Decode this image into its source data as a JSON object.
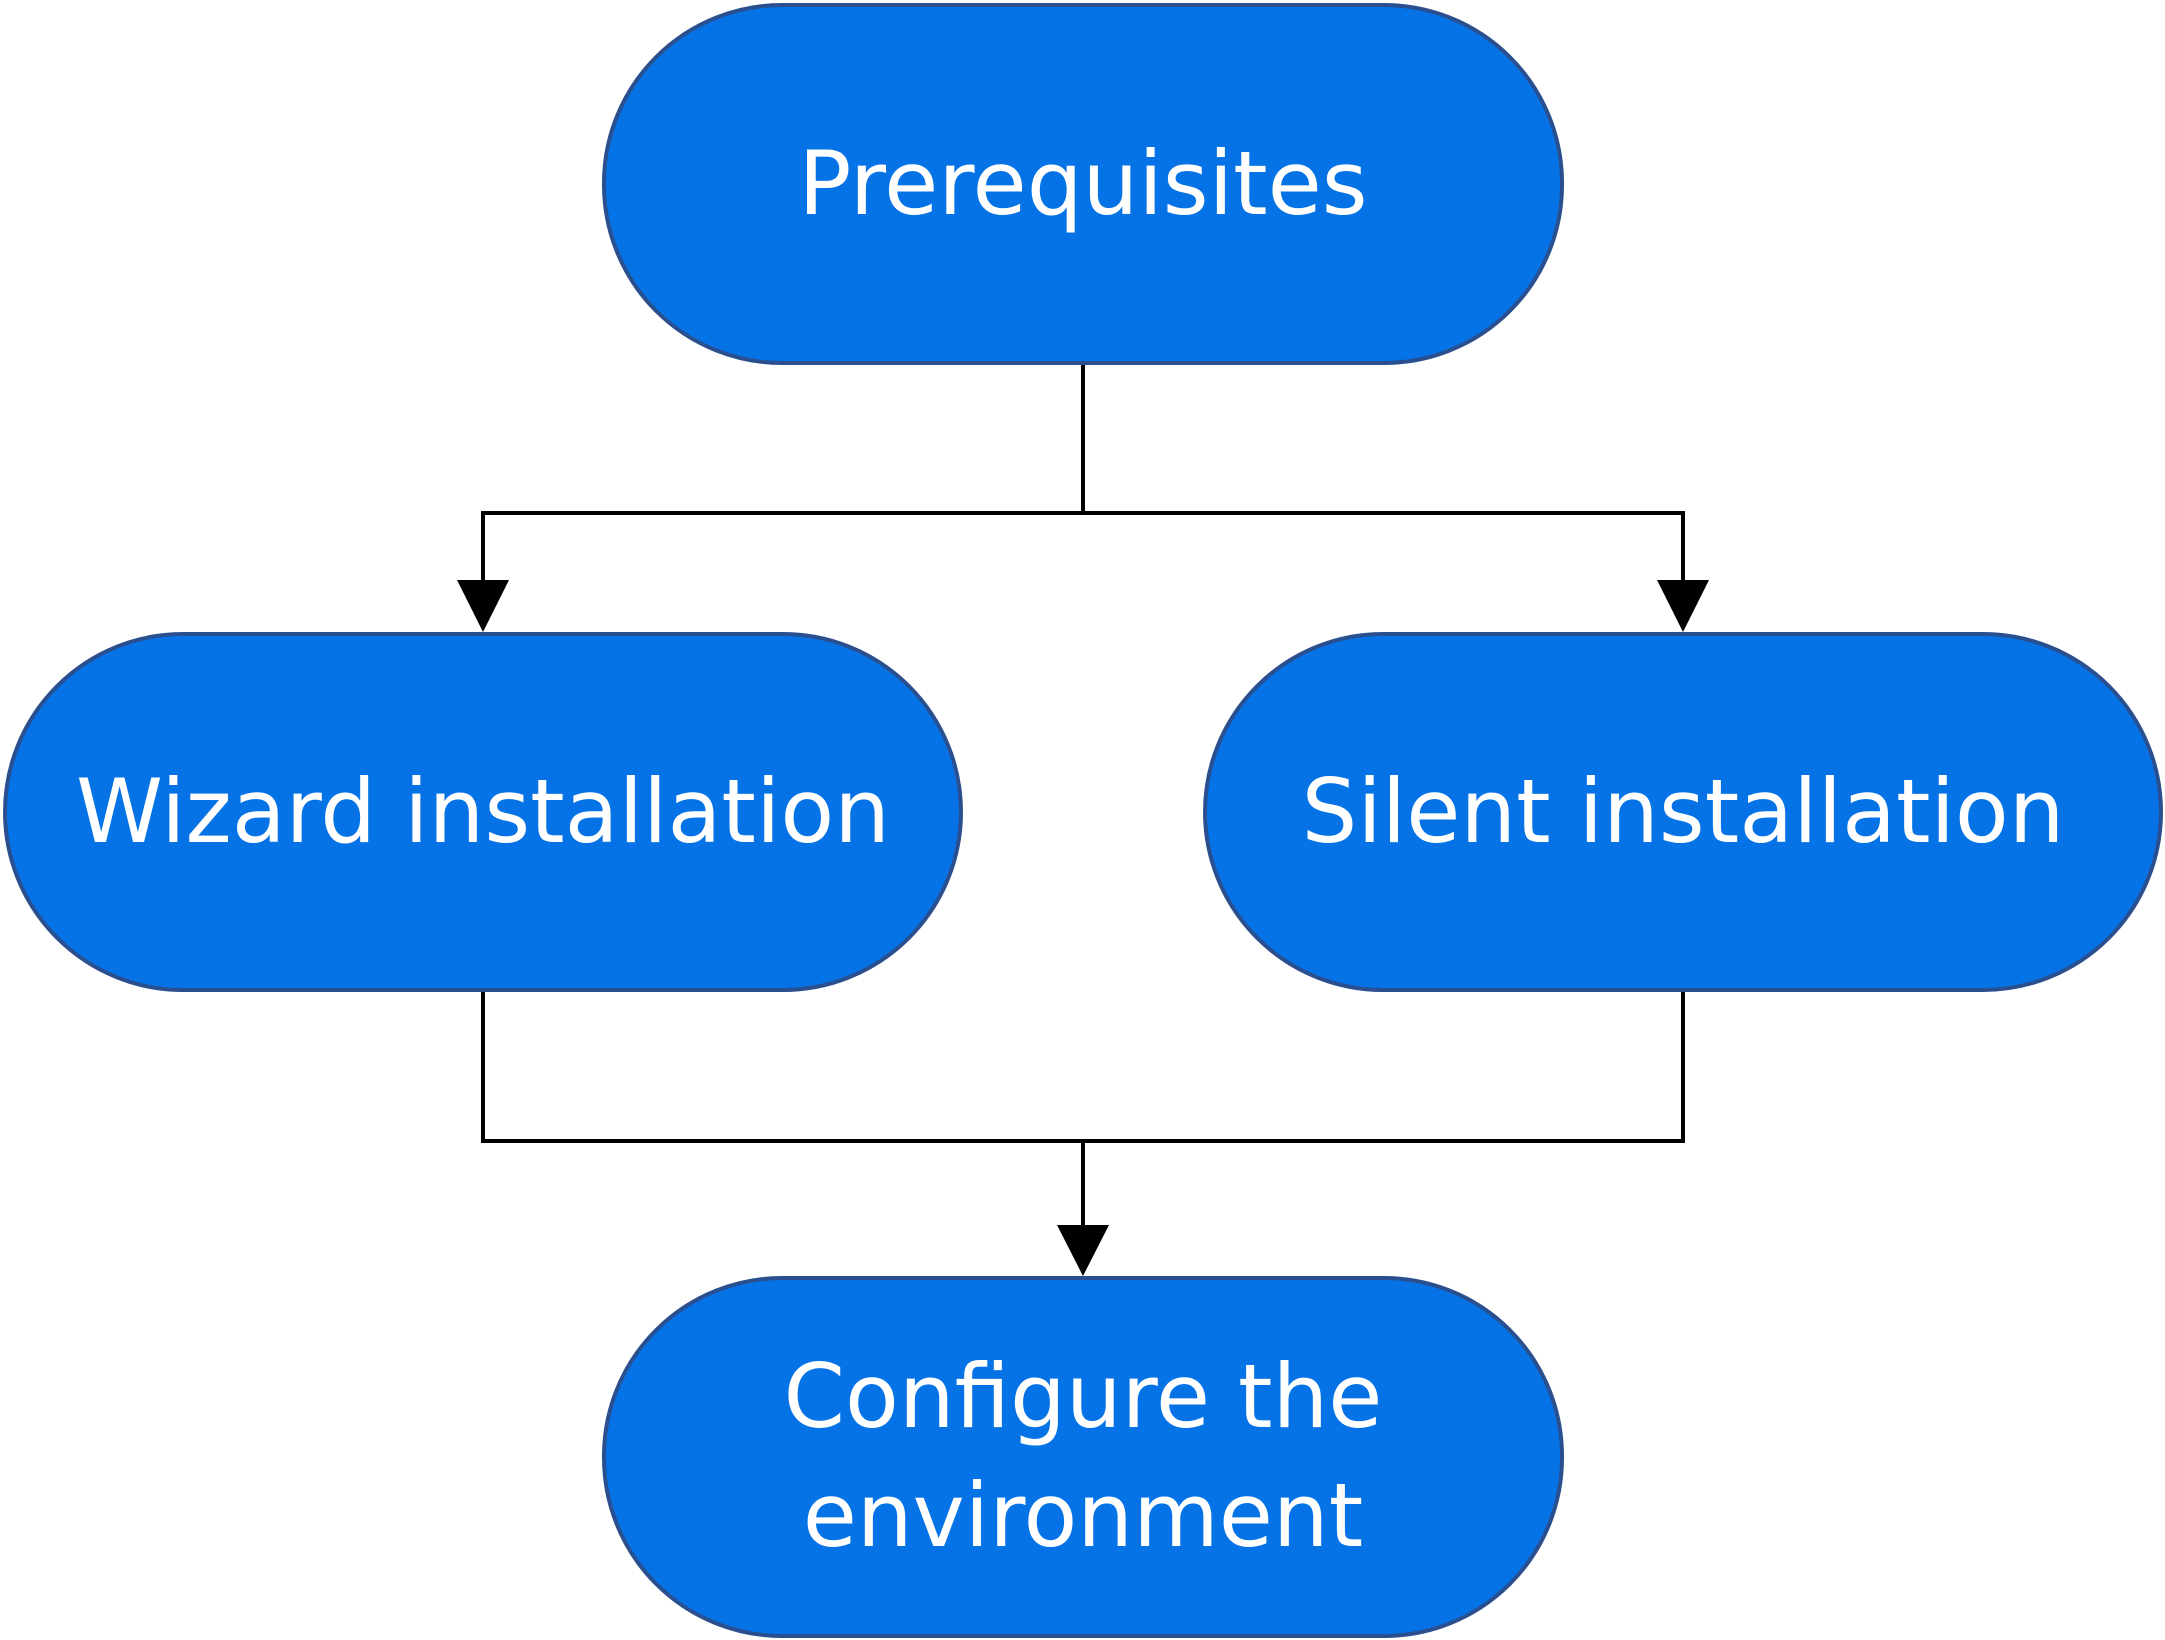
{
  "diagram": {
    "nodes": {
      "prerequisites": "Prerequisites",
      "wizard": "Wizard installation",
      "silent": "Silent installation",
      "configure": "Configure the environment"
    },
    "edges": [
      {
        "from": "Prerequisites",
        "to": "Wizard installation"
      },
      {
        "from": "Prerequisites",
        "to": "Silent installation"
      },
      {
        "from": "Wizard installation",
        "to": "Configure the environment"
      },
      {
        "from": "Silent installation",
        "to": "Configure the environment"
      }
    ],
    "colors": {
      "node_fill": "#0573e6",
      "node_border": "#2a4f8f",
      "node_text": "#ffffff",
      "connector": "#000000"
    }
  }
}
